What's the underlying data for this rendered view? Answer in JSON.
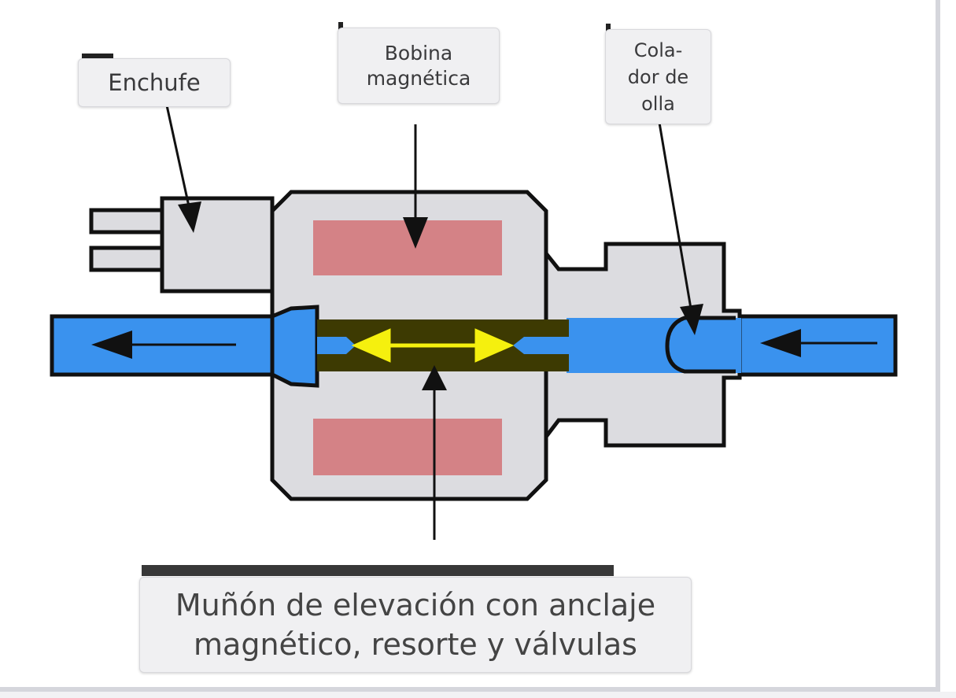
{
  "labels": {
    "plug": "Enchufe",
    "coil": "Bobina\nmagnética",
    "strainer": "Cola-\ndor de\nolla",
    "plunger": "Muñón de elevación con anclaje\nmagnético, resorte y válvulas"
  },
  "colors": {
    "housing": "#dcdce0",
    "coil": "#d48286",
    "flow_channel": "#3a92ee",
    "plunger": "#3d3a02",
    "motion_arrow": "#f5f00e",
    "outline": "#111111"
  },
  "icons": {
    "flow_out": "arrow-left-icon",
    "flow_in": "arrow-left-icon",
    "plunger_motion": "double-arrow-icon"
  }
}
